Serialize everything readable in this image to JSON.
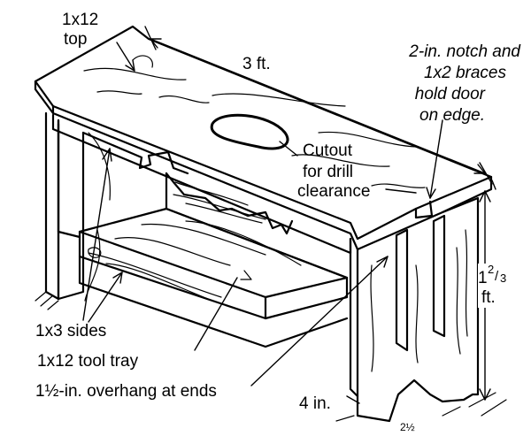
{
  "labels": {
    "top_line1": "1x12",
    "top_line2": "top",
    "length": "3 ft.",
    "notch_line1": "2-in. notch and",
    "notch_line2": "1x2 braces",
    "notch_line3": "hold door",
    "notch_line4": "on edge.",
    "cutout_line1": "Cutout",
    "cutout_line2": "for drill",
    "cutout_line3": "clearance",
    "height_whole": "1",
    "height_num": "2",
    "height_den": "3",
    "height_unit": "ft.",
    "sides": "1x3 sides",
    "tray": "1x12 tool tray",
    "overhang": "1½-in. overhang at ends",
    "foot": "4 in.",
    "cut_off": "2½"
  },
  "colors": {
    "ink": "#000000",
    "paper": "#ffffff"
  }
}
